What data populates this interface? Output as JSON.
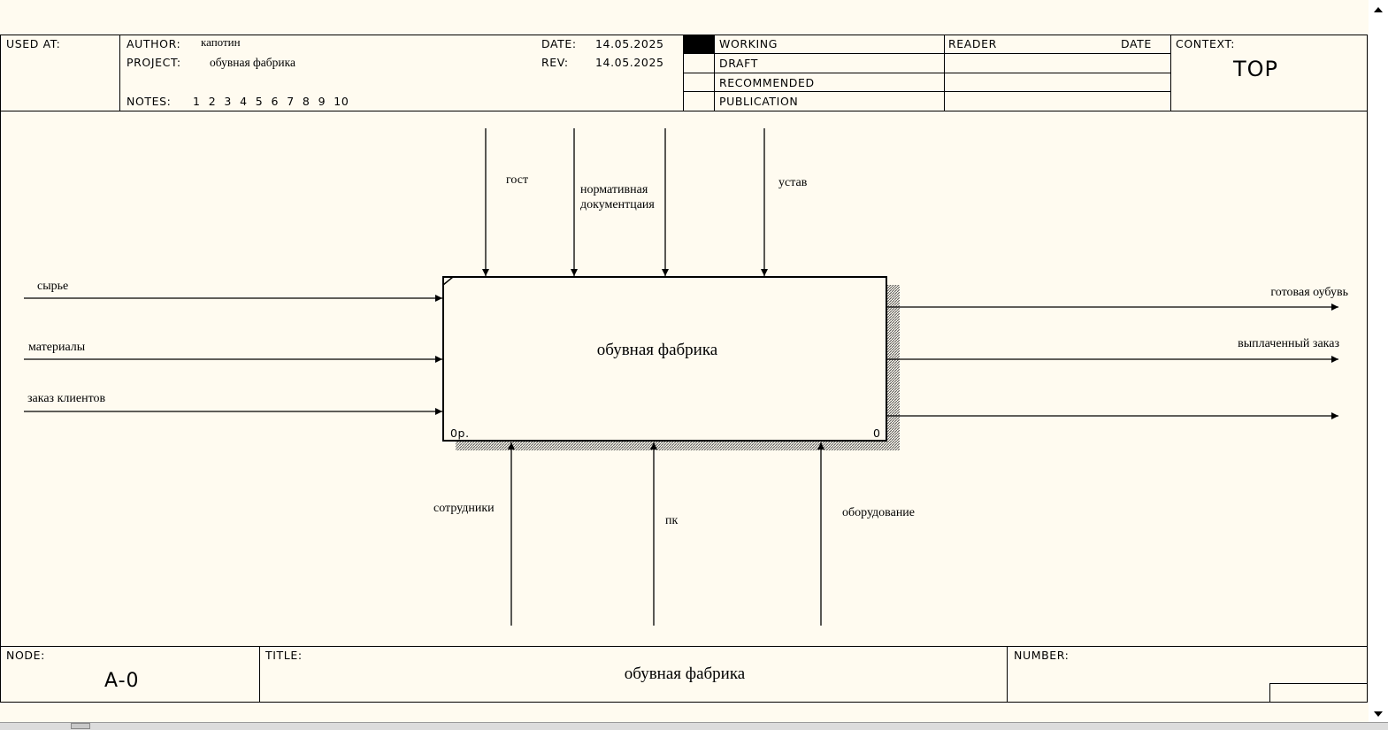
{
  "header": {
    "used_at_label": "USED AT:",
    "author_label": "AUTHOR:",
    "author_value": "капотин",
    "project_label": "PROJECT:",
    "project_value": "обувная фабрика",
    "notes_label": "NOTES:",
    "notes_numbers": "1  2  3  4  5  6  7  8  9  10",
    "date_label": "DATE:",
    "date_value": "14.05.2025",
    "rev_label": "REV:",
    "rev_value": "14.05.2025",
    "status": [
      "WORKING",
      "DRAFT",
      "RECOMMENDED",
      "PUBLICATION"
    ],
    "reader_label": "READER",
    "reader_date_label": "DATE",
    "context_label": "CONTEXT:",
    "context_value": "TOP"
  },
  "diagram": {
    "box_title": "обувная фабрика",
    "box_cost": "0р.",
    "box_number": "0",
    "controls": [
      "гост",
      "нормативная документцаия",
      "устав"
    ],
    "inputs": [
      "сырье",
      "материалы",
      "заказ клиентов"
    ],
    "outputs": [
      "готовая оубувь",
      "выплаченный заказ"
    ],
    "mechanisms": [
      "сотрудники",
      "пк",
      "оборудование"
    ]
  },
  "footer": {
    "node_label": "NODE:",
    "node_value": "A-0",
    "title_label": "TITLE:",
    "title_value": "обувная фабрика",
    "number_label": "NUMBER:"
  },
  "colors": {
    "paper": "#fffbf0",
    "ink": "#000000"
  }
}
